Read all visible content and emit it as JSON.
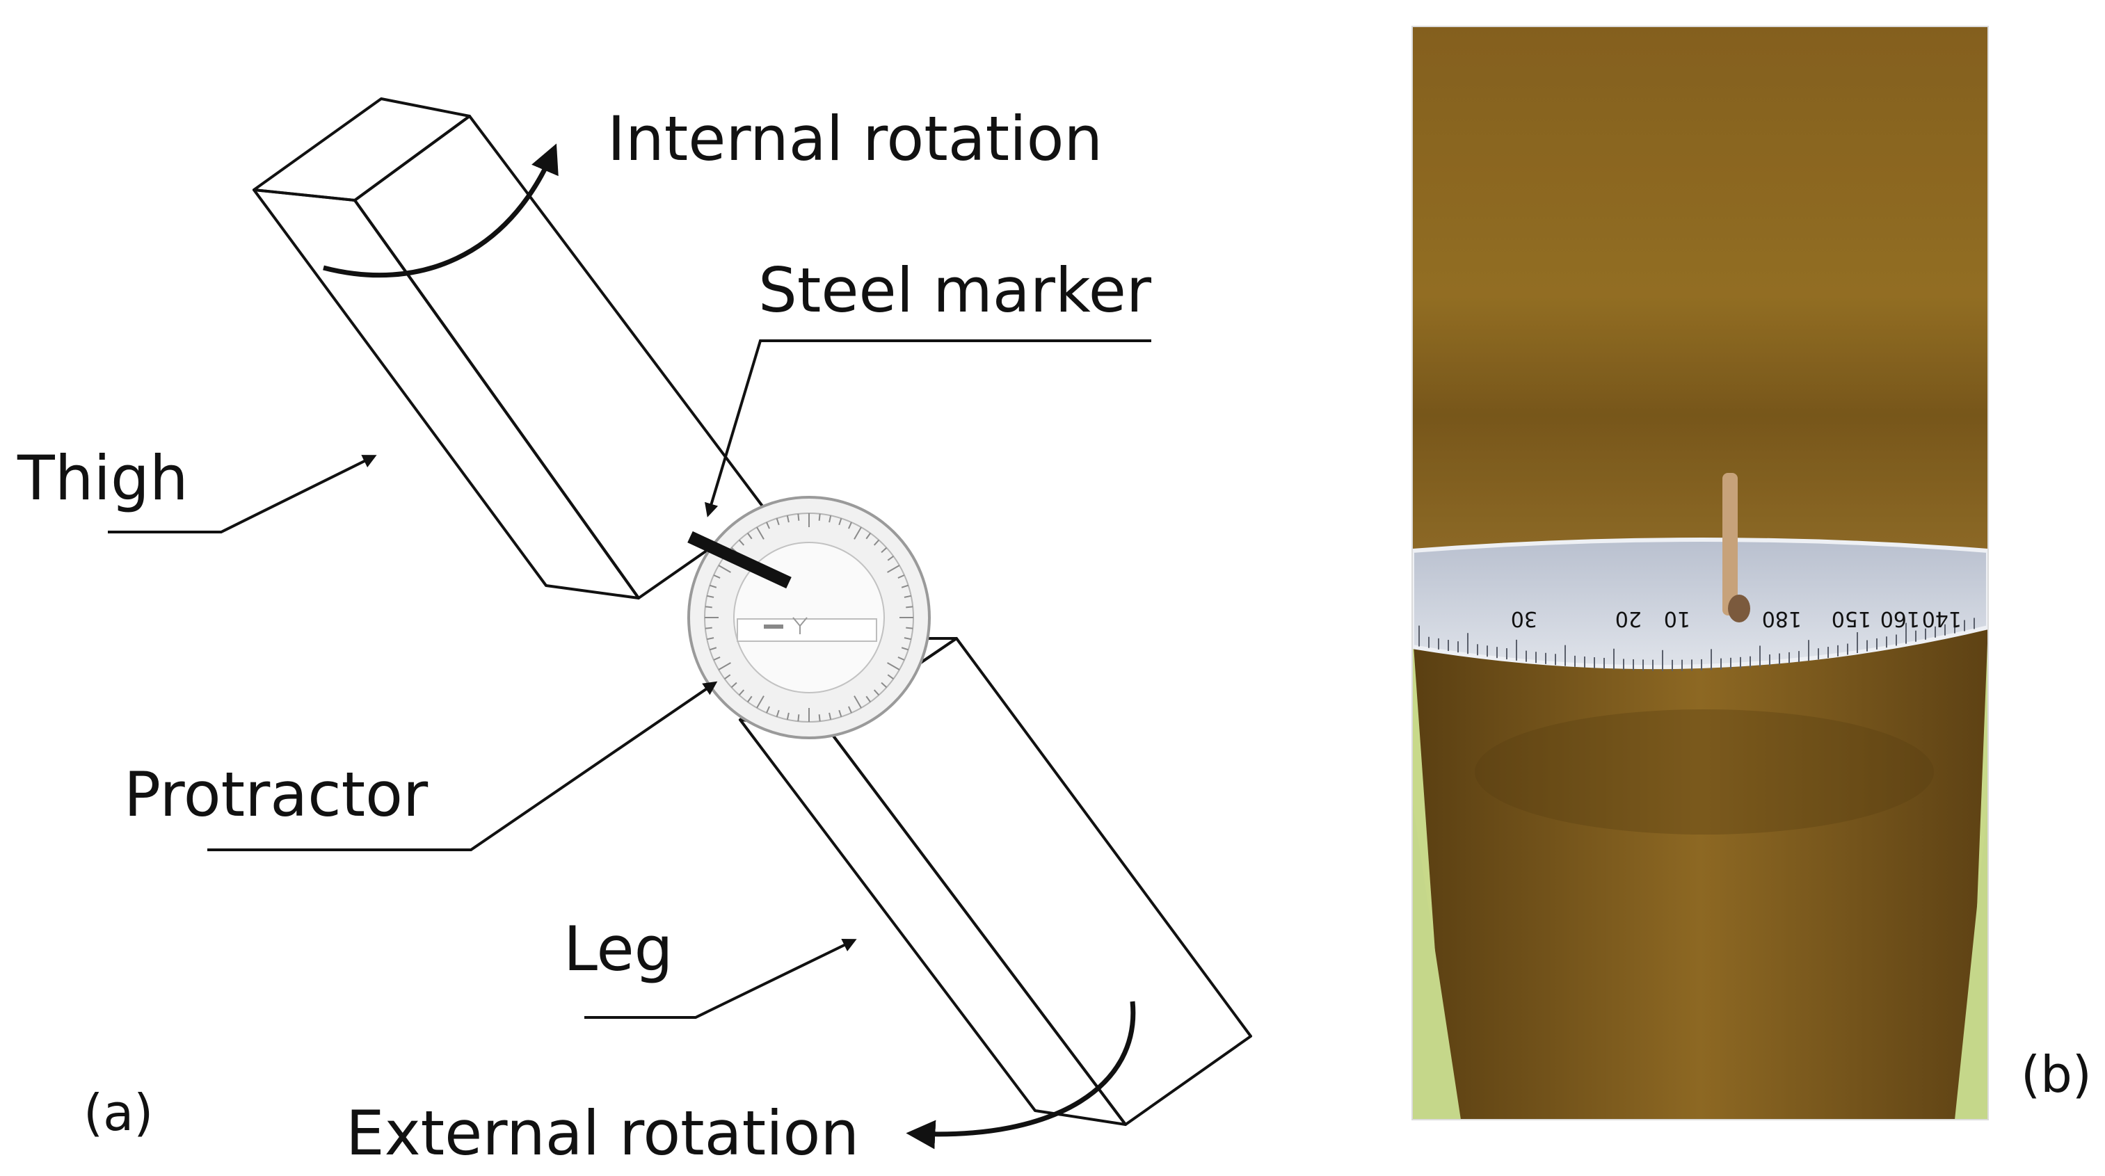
{
  "panel_a": {
    "label": "(a)",
    "labels": {
      "internal_rotation": "Internal rotation",
      "steel_marker": "Steel marker",
      "thigh": "Thigh",
      "protractor": "Protractor",
      "leg": "Leg",
      "external_rotation": "External rotation"
    }
  },
  "panel_b": {
    "label": "(b)",
    "scale_numbers": [
      "30",
      "20",
      "10",
      "180",
      "150",
      "160",
      "140"
    ]
  },
  "colors": {
    "line": "#111111",
    "wood_light": "#a07a2c",
    "wood_dark": "#6e4f17",
    "protractor_face": "#c9cfd8",
    "background_green": "#c8d98a"
  }
}
